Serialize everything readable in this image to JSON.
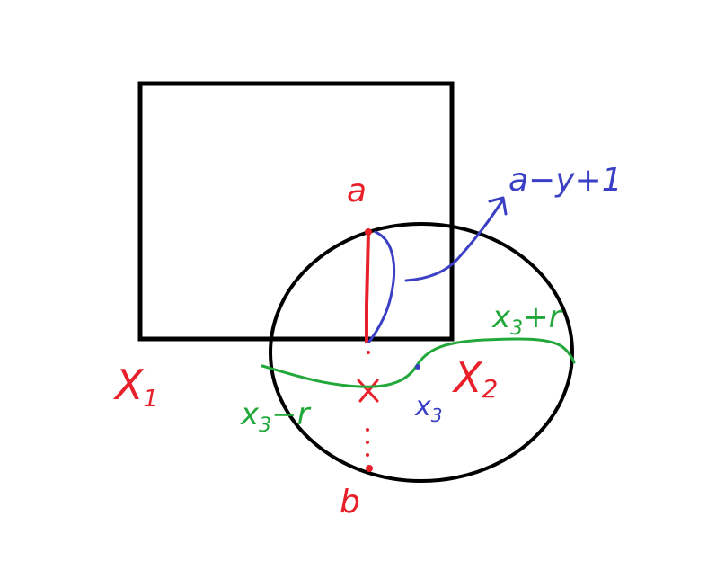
{
  "colors": {
    "shape": "#000000",
    "red": "#e8202a",
    "blue": "#3a3fc4",
    "green": "#22a83a",
    "background": "#ffffff"
  },
  "labels": {
    "point_a": "a",
    "point_b": "b",
    "set_x1": "X",
    "set_x1_sub": "1",
    "set_x2": "X",
    "set_x2_sub": "2",
    "center_x": "x",
    "x3": "x",
    "x3_sub": "3",
    "x3_minus_r": "x",
    "x3_minus_r_sub": "3",
    "x3_minus_r_tail": "−r",
    "x3_plus_r": "x",
    "x3_plus_r_sub": "3",
    "x3_plus_r_tail": "+r",
    "length_annotation": "a−y+1"
  }
}
